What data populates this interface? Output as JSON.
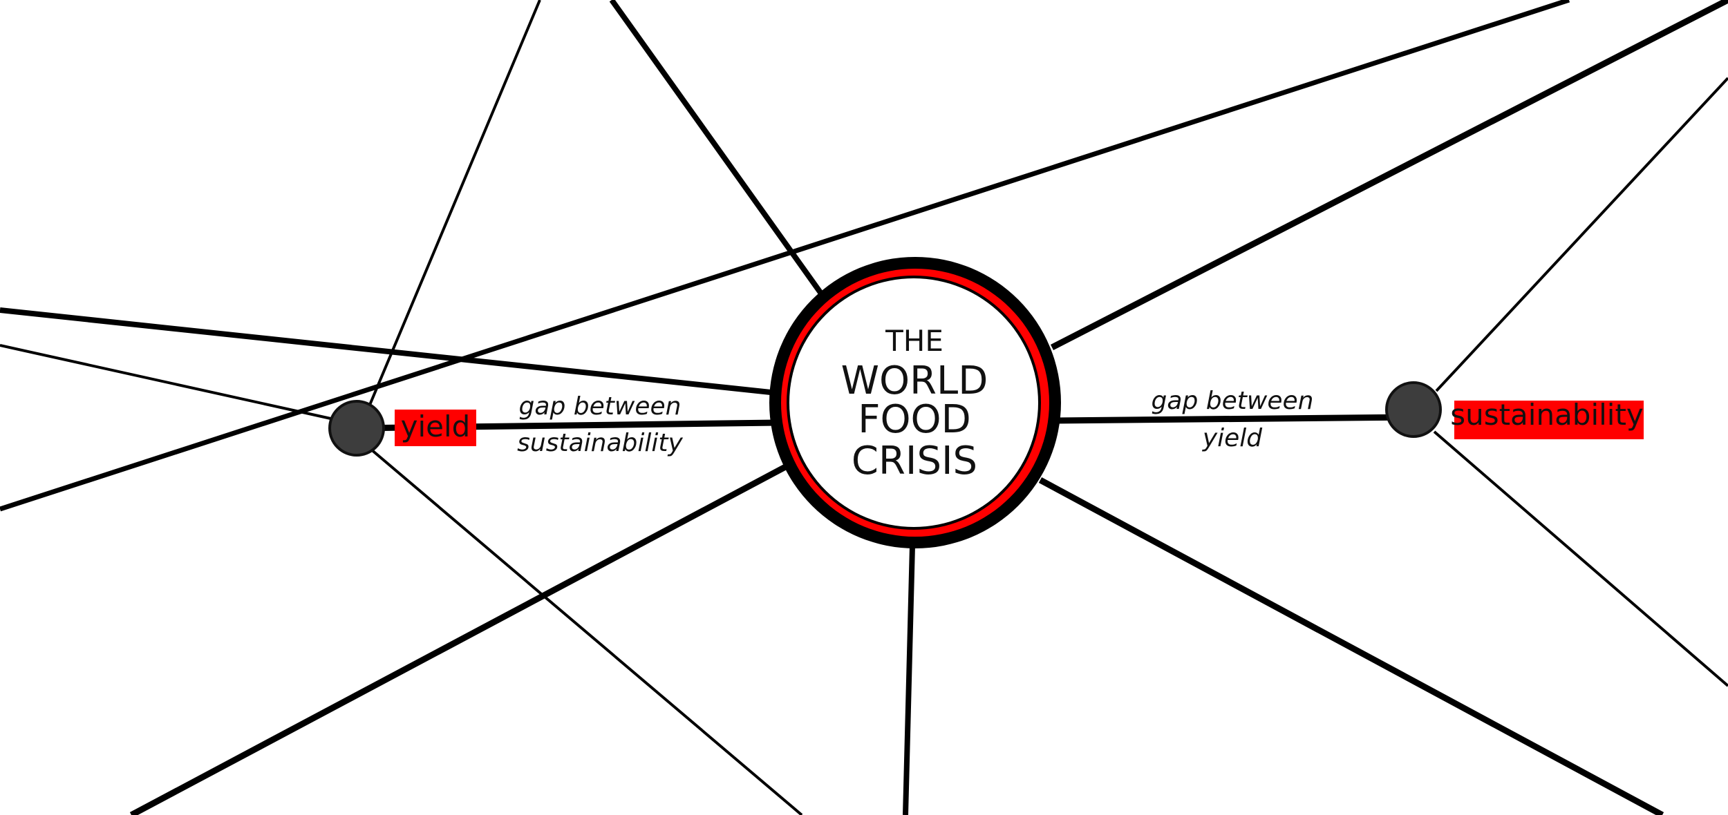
{
  "hub": {
    "title_lines": [
      "THE",
      "WORLD",
      "FOOD",
      "CRISIS"
    ]
  },
  "nodes": {
    "yield": {
      "tag": "yield"
    },
    "sustainability": {
      "tag": "sustainability"
    }
  },
  "edge_labels": {
    "left": [
      "gap between",
      "sustainability"
    ],
    "right": [
      "gap between",
      "yield"
    ]
  },
  "colors": {
    "accent": "#ff0000",
    "line": "#000000",
    "node": "#3d3d3d",
    "background": "#ffffff"
  }
}
